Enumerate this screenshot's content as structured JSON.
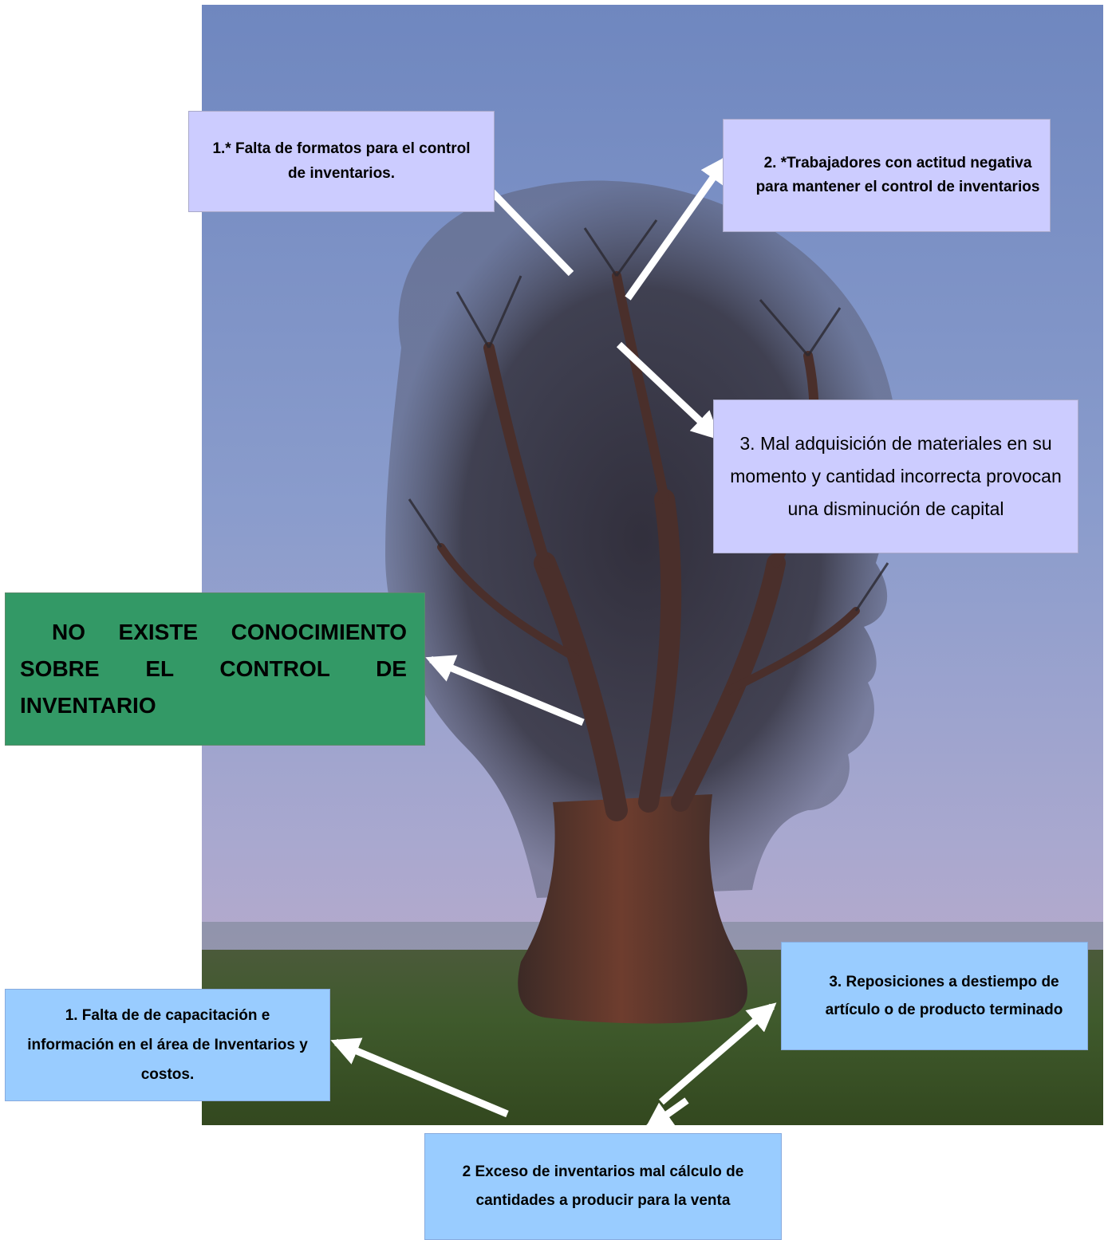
{
  "effects": {
    "effect1": "1.* Falta de formatos  para el control de inventarios.",
    "effect2": "2. *Trabajadores  con actitud negativa para mantener el control de inventarios",
    "effect3": "3. Mal adquisición de materiales en su momento y cantidad incorrecta provocan una disminución de capital"
  },
  "problem": "NO EXISTE CONOCIMIENTO SOBRE EL CONTROL DE INVENTARIO",
  "causes": {
    "cause1": "1. Falta de  de capacitación e información en el área  de Inventarios y costos.",
    "cause2": "2  Exceso de inventarios mal cálculo de cantidades a producir para la venta",
    "cause3": "3.  Reposiciones a destiempo de artículo o de producto terminado"
  },
  "colors": {
    "effect_box": "#ccccff",
    "cause_box": "#99ccff",
    "problem_box": "#339966",
    "arrow": "#ffffff"
  }
}
